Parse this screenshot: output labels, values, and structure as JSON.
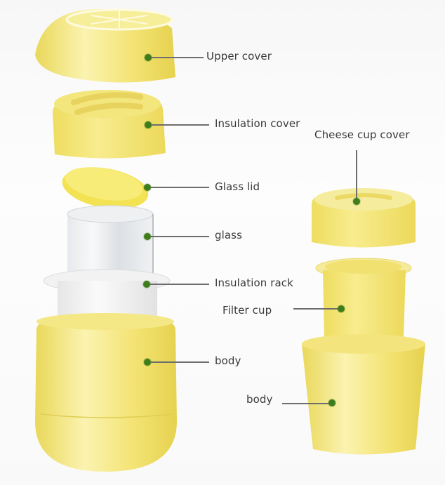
{
  "diagram": {
    "type": "exploded-product-diagram",
    "colors": {
      "plastic_yellow": "#f4e77a",
      "plastic_highlight": "#fbf4b8",
      "glass": "#dfe3e6",
      "rack_white": "#f1f1f1",
      "dot_green": "#3f7d1c",
      "leader_gray": "#6d6d6d",
      "label_text": "#3a3a3a"
    },
    "left_assembly": {
      "callouts": [
        {
          "id": "upper-cover",
          "label": "Upper cover"
        },
        {
          "id": "insulation-cover",
          "label": "Insulation cover"
        },
        {
          "id": "glass-lid",
          "label": "Glass lid"
        },
        {
          "id": "glass",
          "label": "glass"
        },
        {
          "id": "insulation-rack",
          "label": "Insulation rack"
        },
        {
          "id": "body",
          "label": "body"
        }
      ]
    },
    "right_assembly": {
      "callouts": [
        {
          "id": "cheese-cup-cover",
          "label": "Cheese cup cover"
        },
        {
          "id": "filter-cup",
          "label": "Filter cup"
        },
        {
          "id": "body",
          "label": "body"
        }
      ]
    }
  }
}
